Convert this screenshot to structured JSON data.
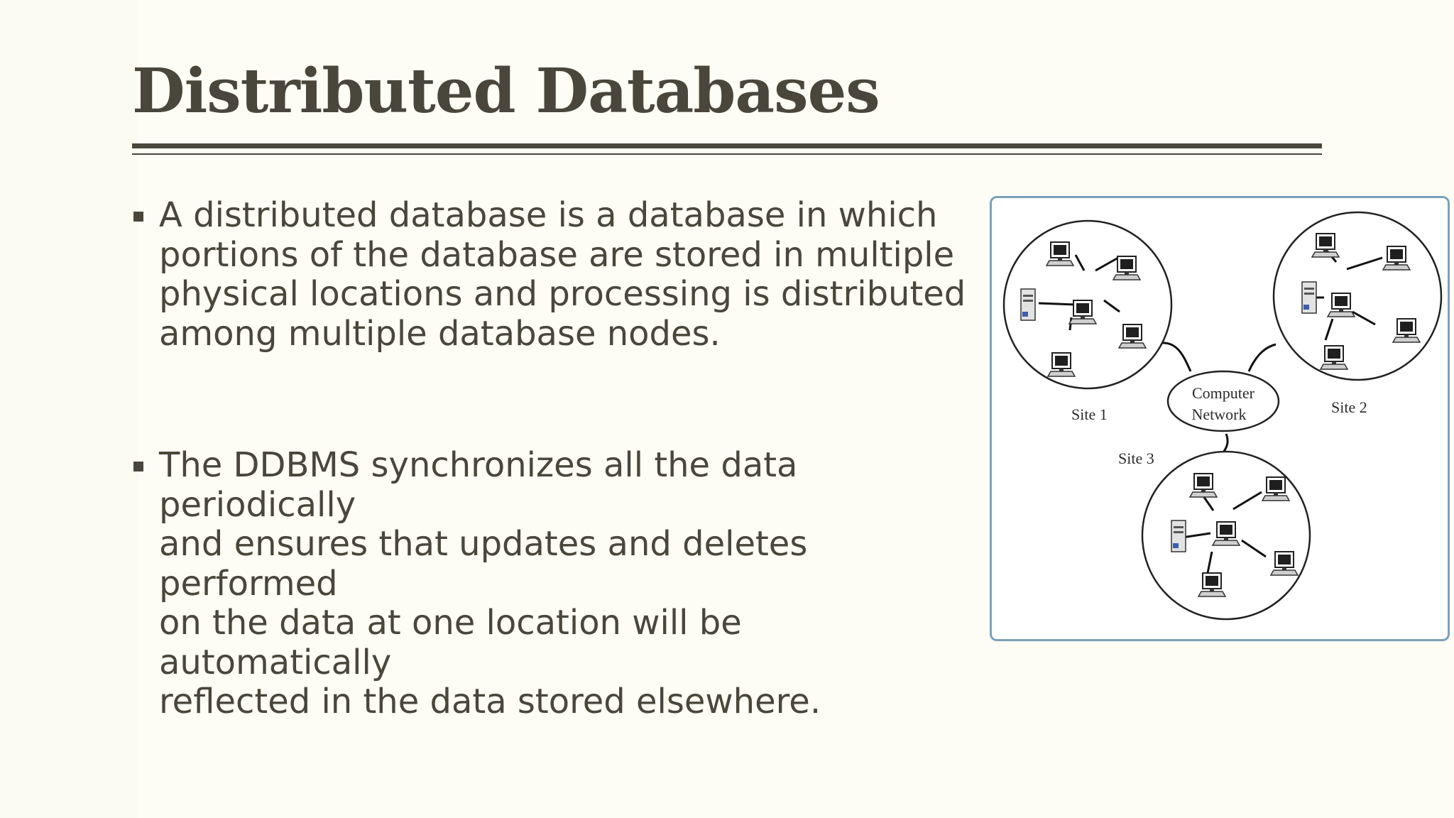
{
  "slide": {
    "title": "Distributed Databases",
    "bullets": [
      {
        "lines": [
          "A distributed database is a database in which",
          "portions of the database are stored in multiple",
          "physical locations and processing is distributed",
          "among multiple database nodes."
        ]
      },
      {
        "lines": [
          "The DDBMS synchronizes all the data periodically",
          "and ensures that updates and deletes performed",
          "on the data at one location will be automatically",
          "reflected in the data stored elsewhere."
        ]
      }
    ]
  },
  "diagram": {
    "network_label_line1": "Computer",
    "network_label_line2": "Network",
    "sites": [
      "Site 1",
      "Site 2",
      "Site 3"
    ]
  },
  "colors": {
    "text": "#4a463b",
    "background": "#fdfdf5",
    "diagram_border": "#7aa1bb"
  },
  "icons": {
    "bullet_marker": "square-bullet-icon",
    "computer": "computer-icon",
    "server": "server-icon"
  }
}
